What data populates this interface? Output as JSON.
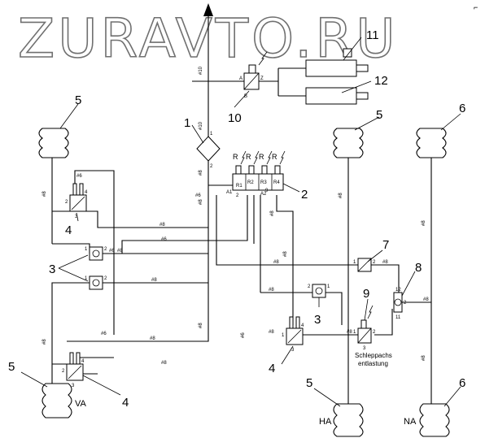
{
  "watermark": "ZURAVTO.RU",
  "corner_mark": "⌐",
  "callouts": {
    "n1": "1",
    "n2": "2",
    "n3": "3",
    "n3b": "3",
    "n4a": "4",
    "n4b": "4",
    "n4c": "4",
    "n5a": "5",
    "n5b": "5",
    "n5c": "5",
    "n5d": "5",
    "n6a": "6",
    "n6b": "6",
    "n7": "7",
    "n8": "8",
    "n9": "9",
    "n10": "10",
    "n11": "11",
    "n12": "12"
  },
  "axle_labels": {
    "va": "VA",
    "ha": "HA",
    "na": "NA"
  },
  "note": {
    "line1": "Schleppachs",
    "line2": "entlastung"
  },
  "valve_r": {
    "r1": "R",
    "r2": "R",
    "r3": "R",
    "r4": "R"
  },
  "ports": {
    "valve2": {
      "r1": "R1",
      "r2": "R2",
      "r3": "R3",
      "r4": "R4",
      "a1": "A1",
      "a2": "A2",
      "b": "8",
      "c": "9",
      "d": "2"
    },
    "valve10": {
      "a": "A",
      "b": "B",
      "z": "Z"
    },
    "filter1": {
      "in": "1",
      "out": "2"
    },
    "valve7": {
      "in": "1",
      "out": "2"
    },
    "valve8": {
      "p12": "12",
      "p2": "2",
      "p11": "11"
    },
    "valve9": {
      "in": "1",
      "out": "2",
      "mid": "3"
    },
    "relay4a": {
      "p1": "1",
      "p2": "2",
      "p3": "3",
      "p4": "4"
    },
    "relay4b": {
      "p1": "1",
      "p2": "2",
      "p3": "3",
      "p4": "4"
    },
    "relay4c": {
      "p1": "1",
      "p2": "2",
      "p3": "3",
      "p4": "4"
    },
    "lev3a": {
      "p1": "1",
      "p2": "2"
    },
    "lev3b": {
      "p1": "1",
      "p2": "2"
    },
    "lev3c": {
      "p1": "1",
      "p2": "2"
    }
  },
  "pipes": {
    "d10": "#10",
    "d10b": "#10",
    "d8a": "#8",
    "d6a": "#6",
    "d8b": "#8",
    "d6b": "#6",
    "d8c": "#8",
    "d8d": "#8",
    "d6c": "#6",
    "d8e": "#8",
    "d8f": "#8",
    "d8g": "#8",
    "d6d": "#6",
    "d8h": "#8",
    "d8i": "#8",
    "d6e": "#6",
    "d8j": "#8",
    "d8k": "#8",
    "d8l": "#8",
    "d8m": "#8",
    "d8n": "#8",
    "d8o": "#8",
    "d8p": "#8",
    "d8q": "#8",
    "d8r": "#8",
    "d6f": "#6",
    "d8s": "#8",
    "d8t": "#8",
    "d8u": "#8"
  }
}
